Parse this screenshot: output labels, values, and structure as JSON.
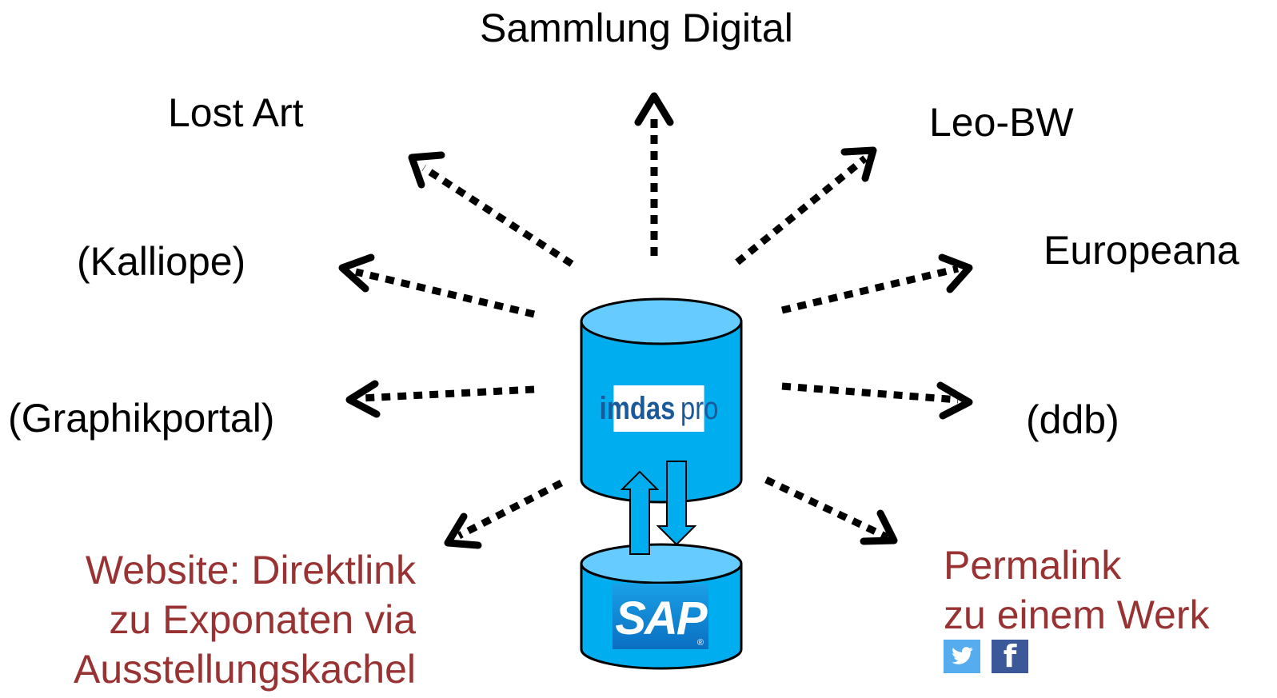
{
  "targets": {
    "top": "Sammlung Digital",
    "lost_art": "Lost Art",
    "leo_bw": "Leo-BW",
    "kalliope": "(Kalliope)",
    "europeana": "Europeana",
    "graphikportal": "(Graphikportal)",
    "ddb": "(ddb)"
  },
  "website": {
    "line1": "Website: Direktlink",
    "line2": "zu Exponaten via",
    "line3": "Ausstellungskachel"
  },
  "permalink": {
    "line1": "Permalink",
    "line2": "zu einem Werk"
  },
  "logos": {
    "imdas_bold": "imdas",
    "imdas_light": "pro",
    "sap": "SAP",
    "sap_reg": "®"
  },
  "social": {
    "twitter_icon": "twitter-icon",
    "facebook_icon": "facebook-icon"
  },
  "colors": {
    "cylinder_fill": "#00aeef",
    "cylinder_top": "#66ccff",
    "accent_red": "#993333",
    "arrow": "#000000"
  }
}
